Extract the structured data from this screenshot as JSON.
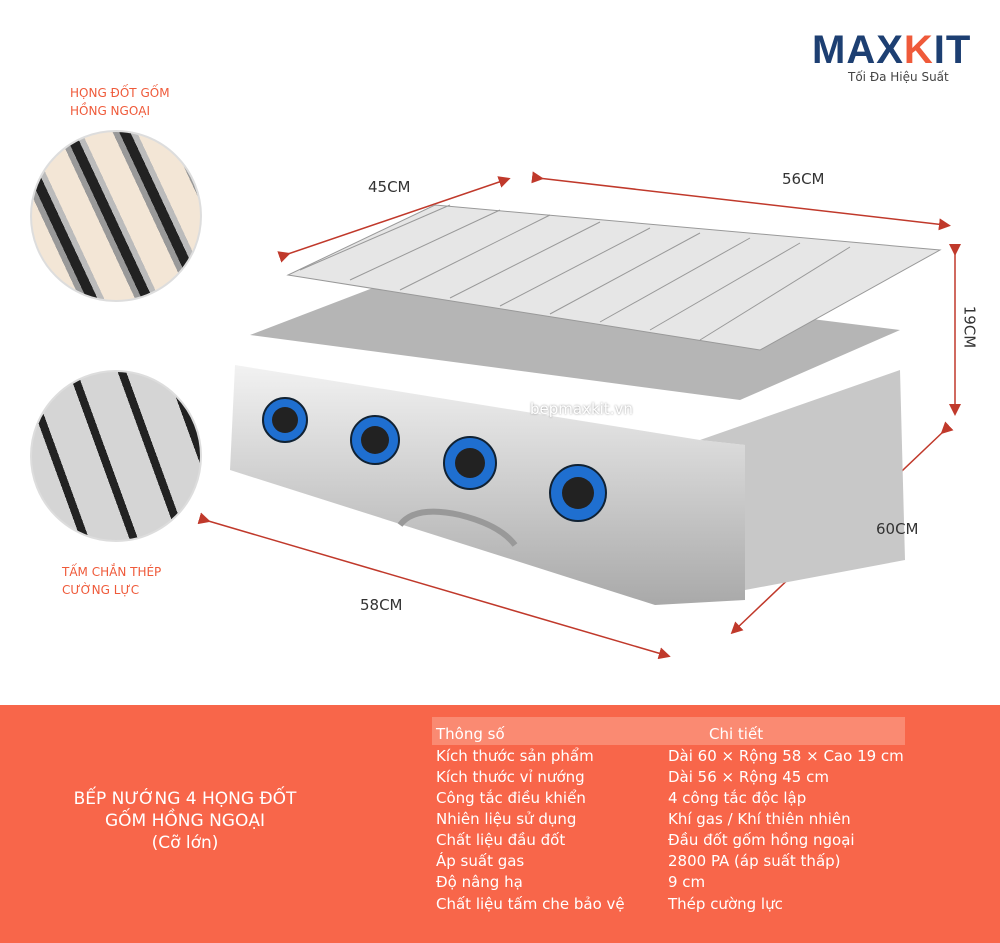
{
  "brand": {
    "name_a": "MAX",
    "name_x": "K",
    "name_b": "IT",
    "tagline": "Tối Đa Hiệu Suất",
    "colors": {
      "navy": "#1d3f72",
      "accent": "#ef5a3a",
      "panel": "#f8664a"
    }
  },
  "callouts": {
    "burner": [
      "HỌNG ĐỐT GỐM",
      "HỒNG NGOẠI"
    ],
    "shield": [
      "TẤM CHẮN THÉP",
      "CƯỜNG LỰC"
    ]
  },
  "dimensions": {
    "grill_width": "45CM",
    "grill_length": "56CM",
    "height": "19CM",
    "depth": "60CM",
    "width": "58CM"
  },
  "watermark": "bepmaxkit.vn",
  "product_title": [
    "BẾP NƯỚNG 4 HỌNG ĐỐT",
    "GỐM HỒNG NGOẠI",
    "(Cỡ lớn)"
  ],
  "specs": {
    "header": [
      "Thông số",
      "Chi tiết"
    ],
    "rows": [
      [
        "Kích thước sản phẩm",
        "Dài 60 × Rộng 58 × Cao 19 cm"
      ],
      [
        "Kích thước vỉ nướng",
        "Dài 56 × Rộng 45 cm"
      ],
      [
        "Công tắc điều khiển",
        "4 công tắc độc lập"
      ],
      [
        "Nhiên liệu sử dụng",
        "Khí gas / Khí thiên nhiên"
      ],
      [
        "Chất liệu đầu đốt",
        "Đầu đốt gốm hồng ngoại"
      ],
      [
        "Áp suất gas",
        "2800 PA (áp suất thấp)"
      ],
      [
        "Độ nâng hạ",
        "9 cm"
      ],
      [
        "Chất liệu tấm che bảo vệ",
        "Thép cường lực"
      ]
    ]
  }
}
